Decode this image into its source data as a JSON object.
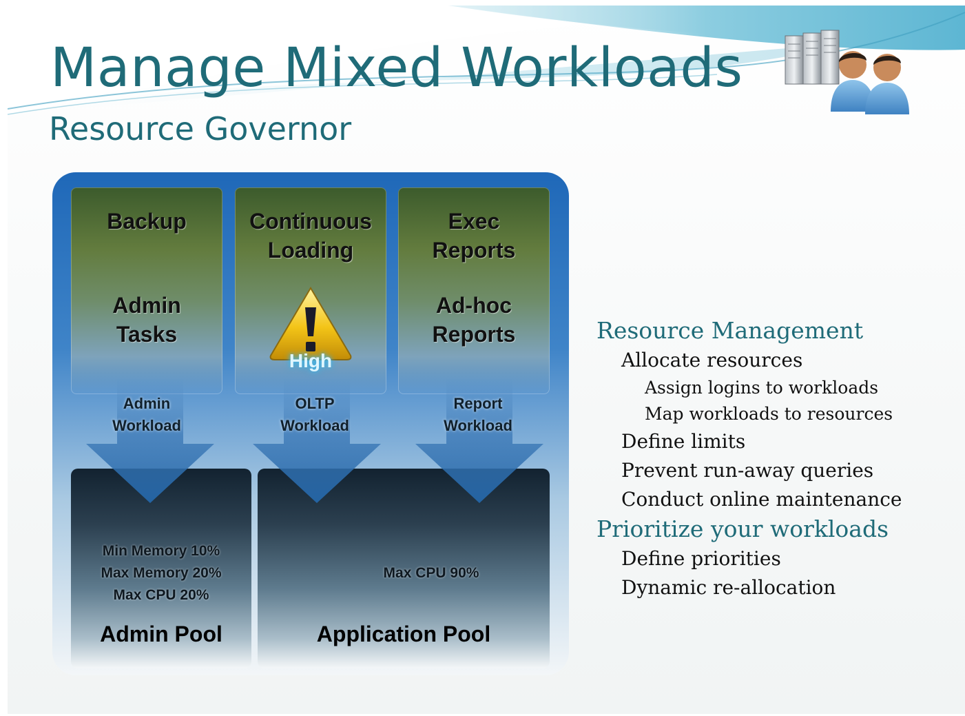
{
  "slide": {
    "title": "Manage Mixed Workloads",
    "subtitle": "Resource Governor"
  },
  "diagram": {
    "workload_groups": [
      {
        "top_text": "Backup",
        "bottom_text": "Admin\nTasks",
        "arrow_label": "Admin\nWorkload"
      },
      {
        "top_text": "Continuous\nLoading",
        "warning_icon": "warning-triangle-icon",
        "priority_label": "High",
        "arrow_label": "OLTP\nWorkload"
      },
      {
        "top_text": "Exec\nReports",
        "bottom_text": "Ad-hoc\nReports",
        "arrow_label": "Report\nWorkload"
      }
    ],
    "pools": [
      {
        "limits": "Min Memory 10%\nMax Memory 20%\nMax CPU 20%",
        "name": "Admin Pool"
      },
      {
        "limits": "Max CPU 90%",
        "name": "Application Pool"
      }
    ]
  },
  "resource_management": {
    "items": [
      {
        "level": 1,
        "text": "Resource Management"
      },
      {
        "level": 2,
        "text": "Allocate resources"
      },
      {
        "level": 3,
        "text": "Assign logins to workloads"
      },
      {
        "level": 3,
        "text": "Map workloads to resources"
      },
      {
        "level": 2,
        "text": "Define limits"
      },
      {
        "level": 2,
        "text": "Prevent run-away queries"
      },
      {
        "level": 2,
        "text": "Conduct online maintenance"
      },
      {
        "level": 1,
        "text": "Prioritize your workloads"
      },
      {
        "level": 2,
        "text": "Define priorities"
      },
      {
        "level": 2,
        "text": "Dynamic re-allocation"
      }
    ]
  },
  "colors": {
    "title": "#1f6b78",
    "frame_blue": "#2b72c2",
    "workload_green": "#5b7a36",
    "pool_dark": "#1c2d3a",
    "high_badge": "#8fd8f0",
    "warning_yellow": "#f3c417"
  }
}
